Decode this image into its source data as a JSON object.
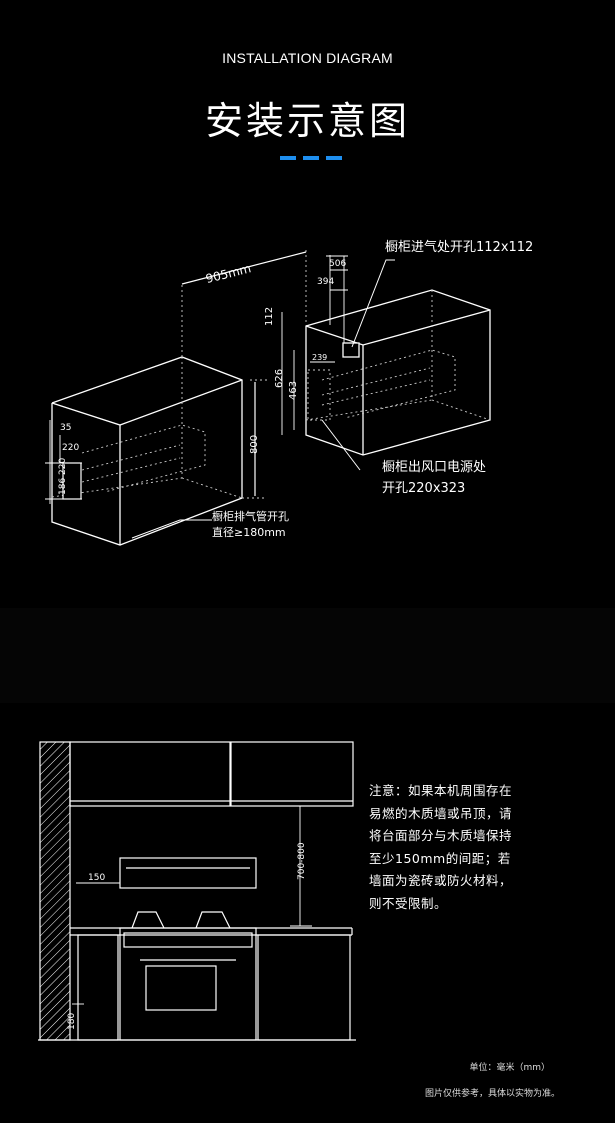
{
  "header": {
    "subtitle": "INSTALLATION DIAGRAM",
    "title": "安装示意图",
    "accent_color": "#1e8ff0"
  },
  "diagram_top": {
    "dim_width": "905mm",
    "dim_depth_outer": "506",
    "dim_depth_inner": "394",
    "dim_intake_offset": "112",
    "dim_626": "626",
    "dim_463": "463",
    "dim_239": "239",
    "dim_height": "800",
    "dim_35": "35",
    "dim_220": "220",
    "dim_186_220": "186 220",
    "label_intake": "橱柜进气处开孔112x112",
    "label_outlet_line1": "橱柜出风口电源处",
    "label_outlet_line2": "开孔220x323",
    "label_exhaust_line1": "橱柜排气管开孔",
    "label_exhaust_line2": "直径≥180mm"
  },
  "diagram_bottom": {
    "dim_150": "150",
    "dim_700_800": "700-800",
    "dim_180": "180"
  },
  "note": {
    "lines": [
      "注意：如果本机周围存在",
      "易燃的木质墙或吊顶，请",
      "将台面部分与木质墙保持",
      "至少150mm的间距；若",
      "墙面为瓷砖或防火材料，",
      "则不受限制。"
    ]
  },
  "unit": "单位：毫米（mm）",
  "disclaimer": "图片仅供参考，具体以实物为准。"
}
